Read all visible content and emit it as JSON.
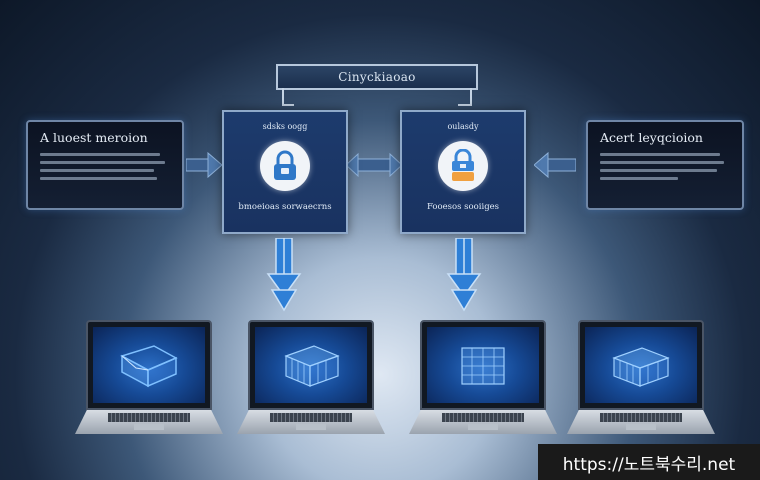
{
  "header": {
    "title": "Cinyckiaoao"
  },
  "left_panel": {
    "title": "A luoest meroion"
  },
  "right_panel": {
    "title": "Acert leyqcioion"
  },
  "cards": [
    {
      "title": "sdsks oogg",
      "caption": "bmoeioas sorwaecrns"
    },
    {
      "title": "oulasdy",
      "caption": "Fooesos sooiiges"
    }
  ],
  "watermark": {
    "text": "https://노트북수리.net"
  },
  "colors": {
    "accent": "#2e7fd6",
    "card_bg": "#1d3b6d",
    "panel_bg": "#0c1322"
  }
}
